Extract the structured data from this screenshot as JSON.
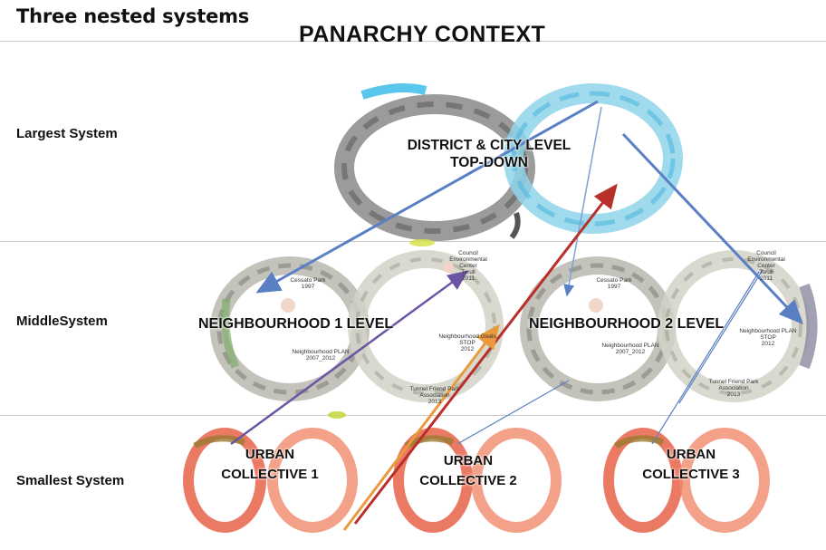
{
  "header": {
    "diagram_title": "Three nested systems",
    "context_title": "PANARCHY CONTEXT"
  },
  "rows": {
    "largest": "Largest System",
    "middle": "MiddleSystem",
    "smallest": "Smallest System"
  },
  "largest": {
    "line1": "DISTRICT & CITY LEVEL",
    "line2": "TOP-DOWN"
  },
  "neighbourhood_1": {
    "label": "NEIGHBOURHOOD 1 LEVEL",
    "annotations": {
      "cessato_park": "Cessato Park",
      "cessato_year": "1997",
      "council_1": "Council",
      "council_2": "Environmental",
      "council_3": "Center",
      "council_4": "Torull",
      "council_5": "2011",
      "plan_1": "Neighbourhood PLAN",
      "plan_2": "2007_2012",
      "goals_1": "Neighbourhood Goals",
      "goals_2": "STOP",
      "goals_3": "2012",
      "tunnel_1": "Tunnel Friend Park",
      "tunnel_2": "Association",
      "tunnel_3": "2013"
    }
  },
  "neighbourhood_2": {
    "label": "NEIGHBOURHOOD 2 LEVEL",
    "annotations": {
      "cessato_park": "Cessato Park",
      "cessato_year": "1997",
      "council_1": "Council",
      "council_2": "Environmental",
      "council_3": "Center",
      "council_4": "Torull",
      "council_5": "2011",
      "plan_1": "Neighbourhood PLAN",
      "plan_2": "2007_2012",
      "goals_1": "Neighbourhood PLAN",
      "goals_2": "STOP",
      "goals_3": "2012",
      "tunnel_1": "Tunnel Friend Park",
      "tunnel_2": "Association",
      "tunnel_3": "2013"
    }
  },
  "collectives": [
    {
      "line1": "URBAN",
      "line2": "COLLECTIVE  1"
    },
    {
      "line1": "URBAN",
      "line2": "COLLECTIVE 2"
    },
    {
      "line1": "URBAN",
      "line2": "COLLECTIVE 3"
    }
  ],
  "colors": {
    "large_loop_left": "#8a8a8a",
    "large_loop_right": "#8fd3ea",
    "mid_loop": "#b8b8b0",
    "small_loop": "#e8634a",
    "arrow_blue": "#5a7fc4",
    "arrow_red": "#b8302a",
    "arrow_orange": "#e89a3c",
    "arrow_purple": "#6b55a3"
  }
}
